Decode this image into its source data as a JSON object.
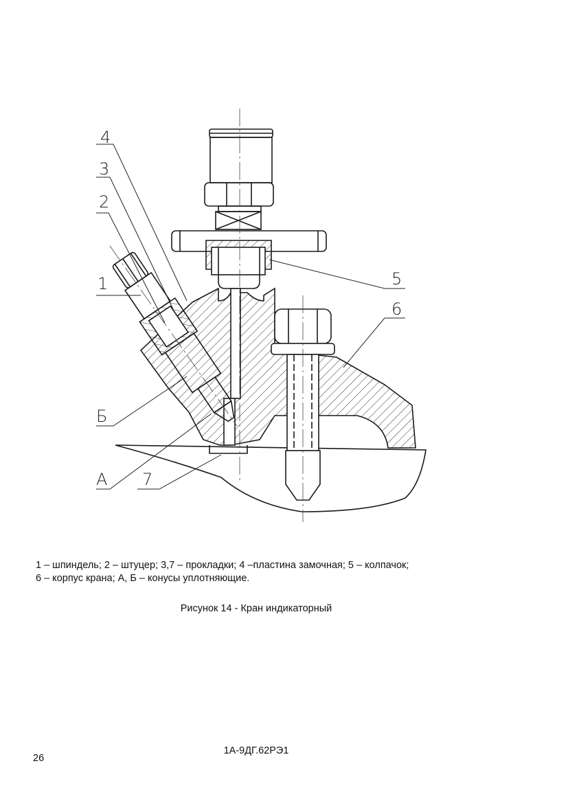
{
  "figure": {
    "callouts": {
      "c1": "1",
      "c2": "2",
      "c3": "3",
      "c4": "4",
      "c5": "5",
      "c6": "6",
      "c7": "7",
      "cA": "А",
      "cB": "Б"
    }
  },
  "legend": {
    "line1": "1 – шпиндель; 2 – штуцер; 3,7 – прокладки; 4 –пластина замочная; 5 – колпачок;",
    "line2": "6 – корпус крана; А, Б – конусы уплотняющие."
  },
  "caption": "Рисунок 14 - Кран индикаторный",
  "footer": {
    "doc_id": "1А-9ДГ.62РЭ1",
    "page_number": "26"
  }
}
